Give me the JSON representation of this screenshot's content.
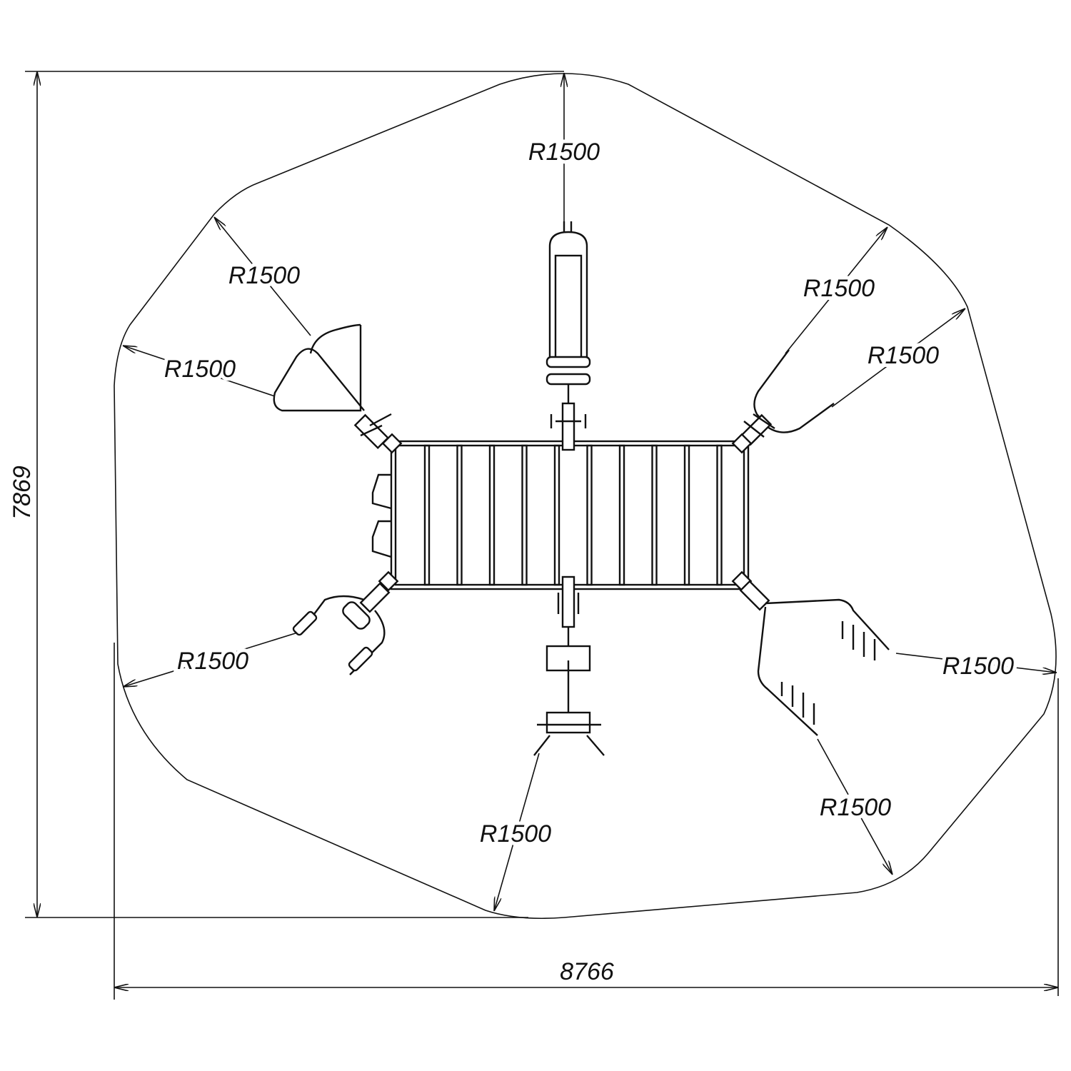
{
  "dimensions": {
    "height": "7869",
    "width": "8766"
  },
  "radius_labels": [
    "R1500",
    "R1500",
    "R1500",
    "R1500",
    "R1500",
    "R1500",
    "R1500",
    "R1500",
    "R1500"
  ]
}
